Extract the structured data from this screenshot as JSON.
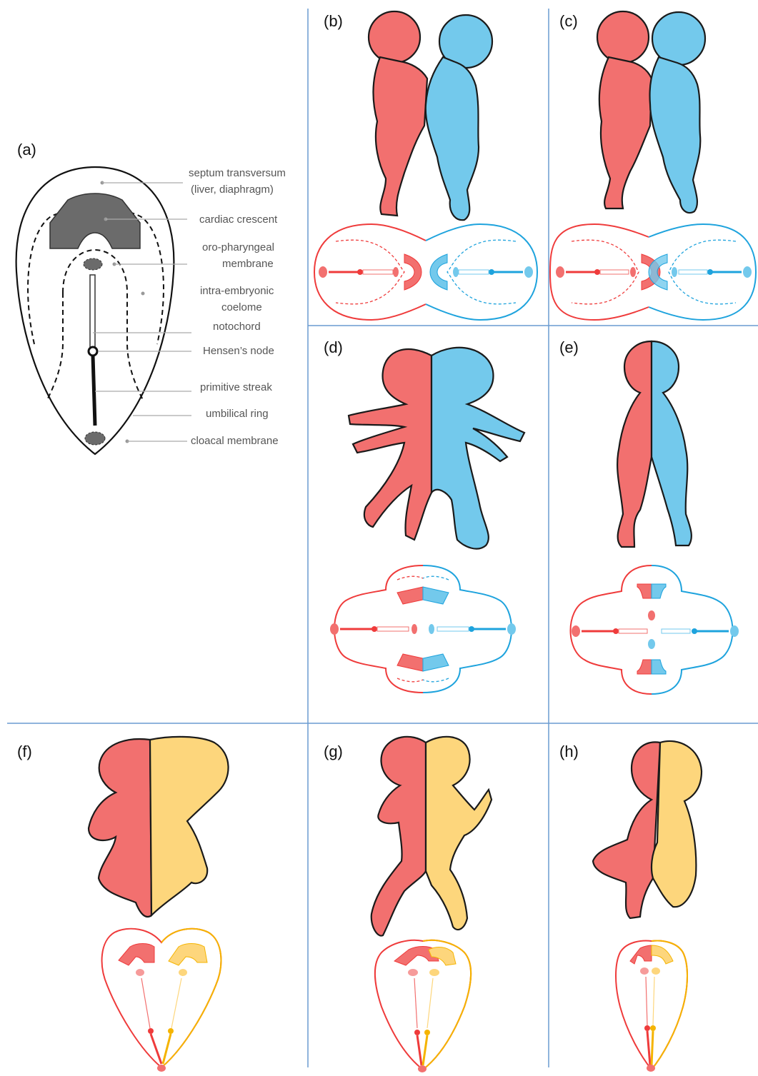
{
  "panels": {
    "a": "(a)",
    "b": "(b)",
    "c": "(c)",
    "d": "(d)",
    "e": "(e)",
    "f": "(f)",
    "g": "(g)",
    "h": "(h)"
  },
  "labels_a": {
    "septum_1": "septum transversum",
    "septum_2": "(liver, diaphragm)",
    "cardiac": "cardiac crescent",
    "oro_1": "oro-pharyngeal",
    "oro_2": "membrane",
    "intra_1": "intra-embryonic",
    "intra_2": "coelome",
    "notochord": "notochord",
    "hensen": "Hensen’s node",
    "streak": "primitive streak",
    "umbilical": "umbilical ring",
    "cloacal": "cloacal membrane"
  },
  "colors": {
    "red": "#f2706f",
    "red_line": "#ef3b3b",
    "blue": "#73c9ec",
    "blue_line": "#1ea3dd",
    "yellow": "#fdd67c",
    "yellow_line": "#f5b400",
    "gray_fill": "#6b6b6b",
    "separator": "#6a9bd1"
  }
}
